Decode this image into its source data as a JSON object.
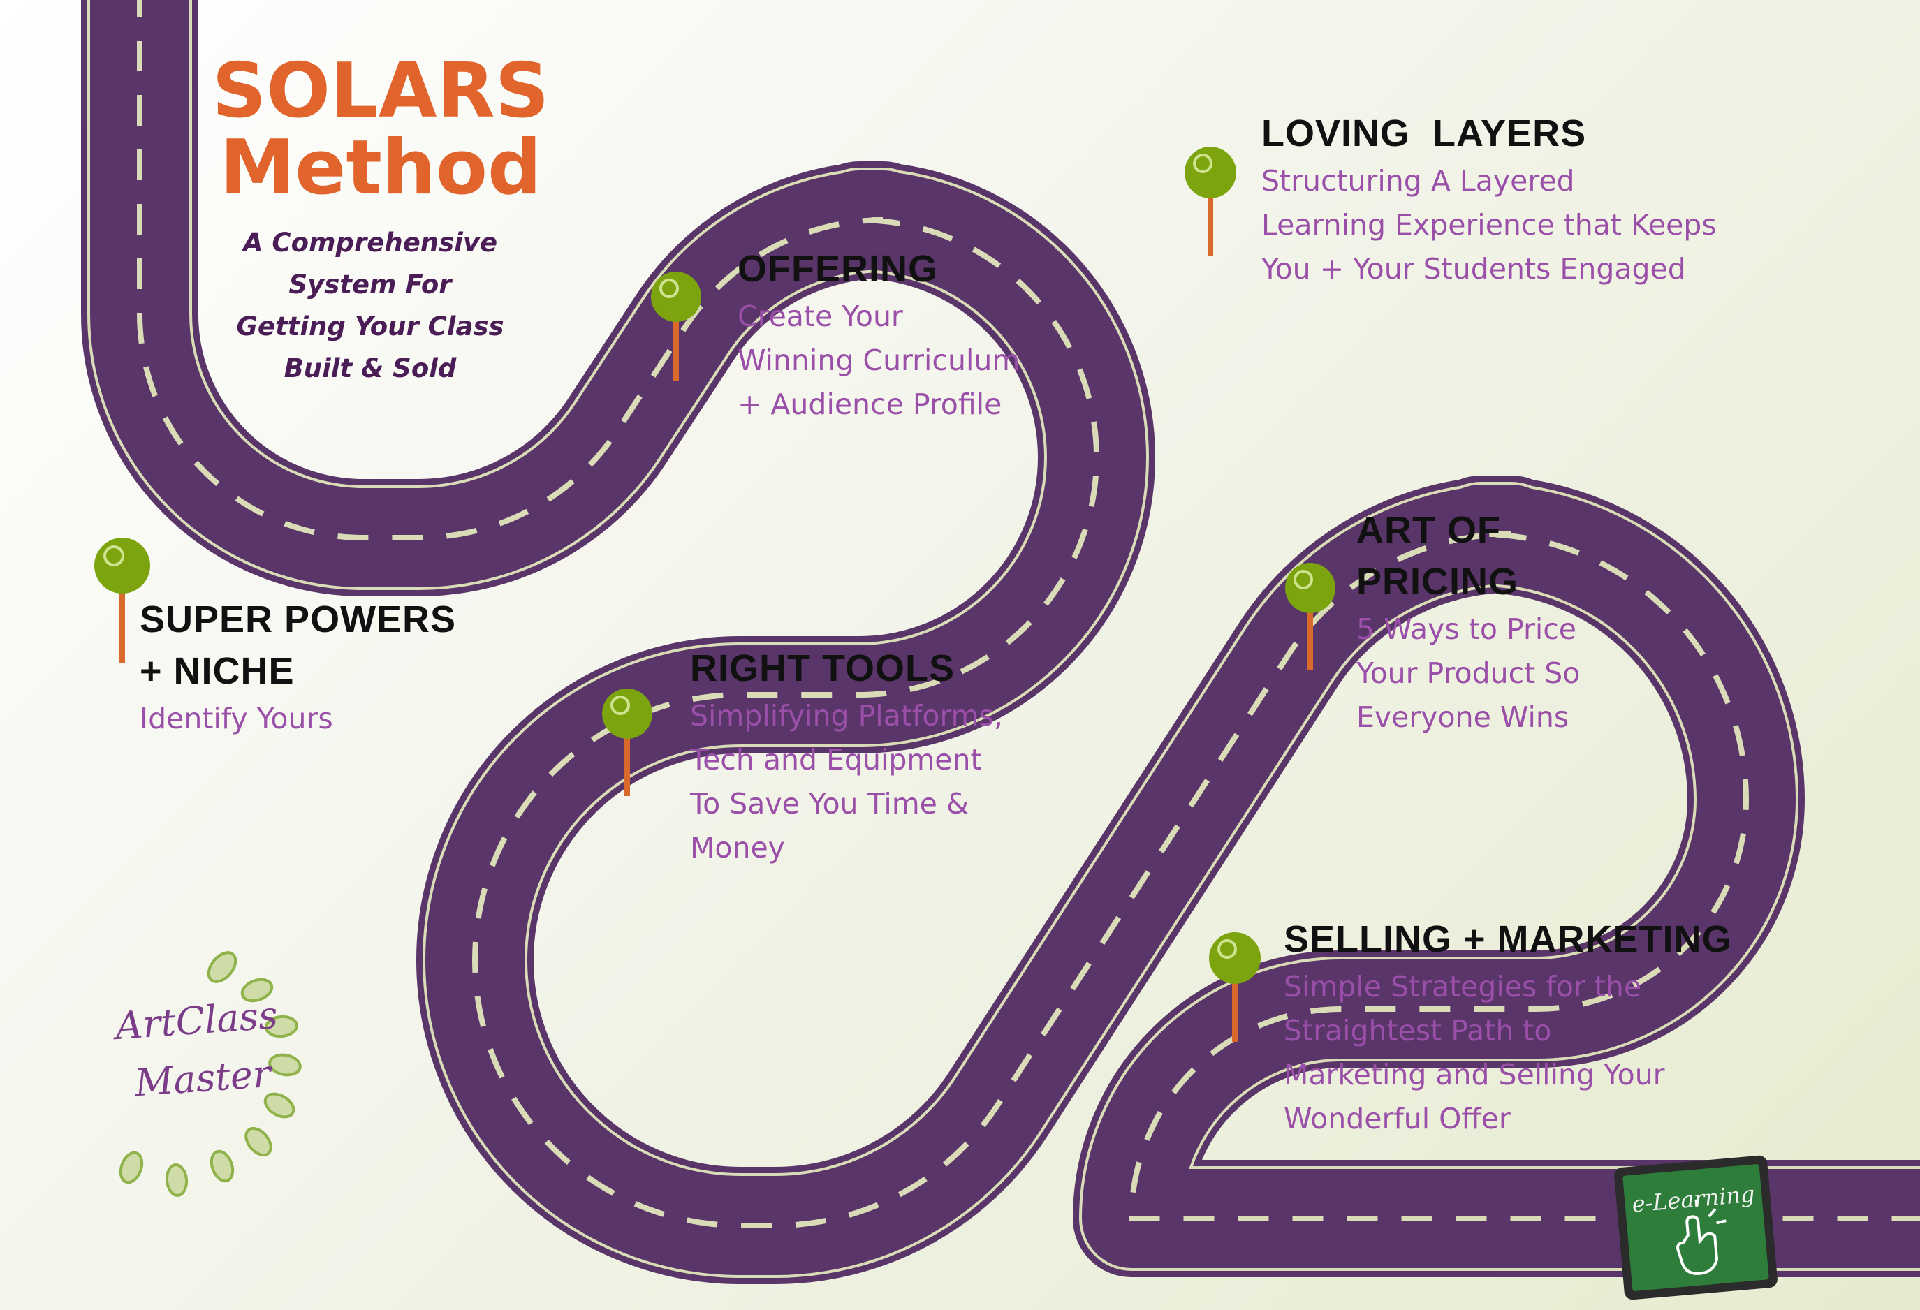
{
  "title": {
    "line1": "SOLARS",
    "line2": "Method"
  },
  "subtitle": [
    "A Comprehensive",
    "System For",
    "Getting Your Class",
    "Built & Sold"
  ],
  "steps": [
    {
      "heading": [
        "SUPER POWERS",
        "+ NICHE"
      ],
      "desc": [
        "Identify Yours"
      ]
    },
    {
      "heading": [
        "OFFERING"
      ],
      "desc": [
        "Create Your",
        "Winning Curriculum",
        "+ Audience Profile"
      ]
    },
    {
      "heading": [
        "LOVING  LAYERS"
      ],
      "desc": [
        "Structuring A Layered",
        "Learning Experience that Keeps",
        "You + Your Students Engaged"
      ]
    },
    {
      "heading": [
        "RIGHT TOOLS"
      ],
      "desc": [
        "Simplifying Platforms,",
        "Tech and Equipment",
        "To Save You Time &",
        "Money"
      ]
    },
    {
      "heading": [
        "ART OF",
        "PRICING"
      ],
      "desc": [
        "5 Ways to Price",
        "Your Product So",
        "Everyone Wins"
      ]
    },
    {
      "heading": [
        "SELLING + MARKETING"
      ],
      "desc": [
        "Simple Strategies for the",
        "Straightest Path to",
        "Marketing and Selling Your",
        "Wonderful Offer"
      ]
    }
  ],
  "logo": {
    "line1": "ArtClass",
    "line2": "Master"
  },
  "tablet": {
    "label": "e-Learning",
    "icon": "pointing-hand-icon"
  },
  "pin_icon": "map-pin-icon",
  "colors": {
    "road": "#5a3569",
    "road_edge": "#d9dcb6",
    "title": "#e0642c",
    "subtitle": "#4b1d57",
    "heading": "#111111",
    "description": "#9a4fa8",
    "pin_head": "#7ba40e",
    "pin_stem": "#d96a2c",
    "leaf": "#8fb34a",
    "tablet_screen": "#2e7d3a"
  }
}
